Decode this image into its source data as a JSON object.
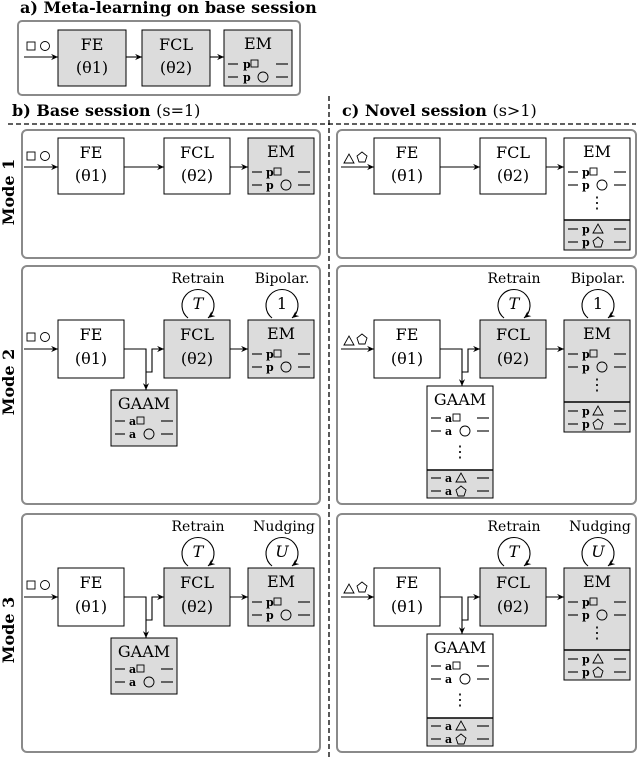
{
  "headers": {
    "a": "a) Meta-learning on base session",
    "b_bold": "b) Base session",
    "b_rest": "(s=1)",
    "c_bold": "c) Novel session",
    "c_rest": "(s>1)"
  },
  "modes": [
    "Mode 1",
    "Mode 2",
    "Mode 3"
  ],
  "blocks": {
    "fe": "FE",
    "fe_param": "(θ1)",
    "fcl": "FCL",
    "fcl_param": "(θ2)",
    "em": "EM",
    "gaam": "GAAM"
  },
  "entries": {
    "prototype": "p",
    "attention": "a"
  },
  "loops": {
    "retrain": "Retrain",
    "retrain_symbol": "T",
    "bipolar": "Bipolar.",
    "bipolar_symbol": "1",
    "nudging": "Nudging",
    "nudging_symbol": "U"
  },
  "ellipsis": "⋮"
}
